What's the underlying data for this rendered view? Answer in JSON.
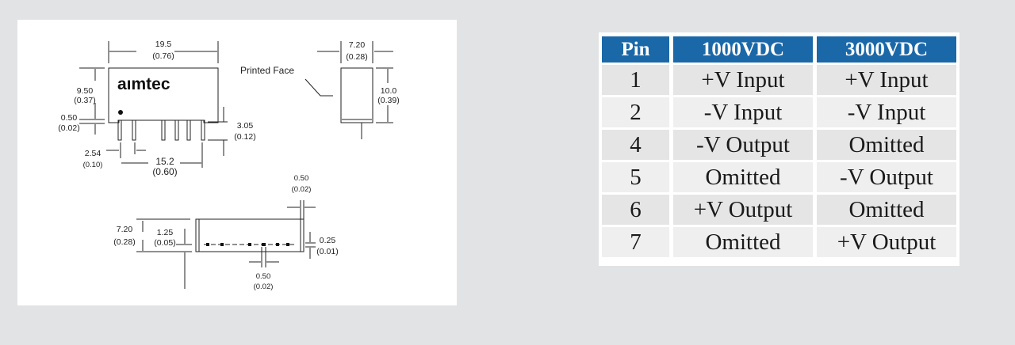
{
  "drawing": {
    "brand": "aımtec",
    "printed_face": "Printed Face",
    "dims": {
      "width_mm": "19.5",
      "width_in": "(0.76)",
      "height_mm": "9.50",
      "height_in": "(0.37)",
      "standoff_mm": "0.50",
      "standoff_in": "(0.02)",
      "pin_len_mm": "3.05",
      "pin_len_in": "(0.12)",
      "pitch_mm": "2.54",
      "pitch_in": "(0.10)",
      "span_mm": "15.2",
      "span_in": "(0.60)",
      "depth_mm": "7.20",
      "depth_in": "(0.28)",
      "side_h_mm": "10.0",
      "side_h_in": "(0.39)",
      "bottom_depth_mm": "7.20",
      "bottom_depth_in": "(0.28)",
      "pin_offset_mm": "1.25",
      "pin_offset_in": "(0.05)",
      "wall_mm": "0.50",
      "wall_in": "(0.02)",
      "pin_thick_mm": "0.25",
      "pin_thick_in": "(0.01)",
      "pin_w_mm": "0.50",
      "pin_w_in": "(0.02)"
    }
  },
  "pin_table": {
    "headers": [
      "Pin",
      "1000VDC",
      "3000VDC"
    ],
    "rows": [
      [
        "1",
        "+V Input",
        "+V Input"
      ],
      [
        "2",
        "-V Input",
        "-V Input"
      ],
      [
        "4",
        "-V Output",
        "Omitted"
      ],
      [
        "5",
        "Omitted",
        "-V Output"
      ],
      [
        "6",
        "+V Output",
        "Omitted"
      ],
      [
        "7",
        "Omitted",
        "+V Output"
      ]
    ]
  }
}
